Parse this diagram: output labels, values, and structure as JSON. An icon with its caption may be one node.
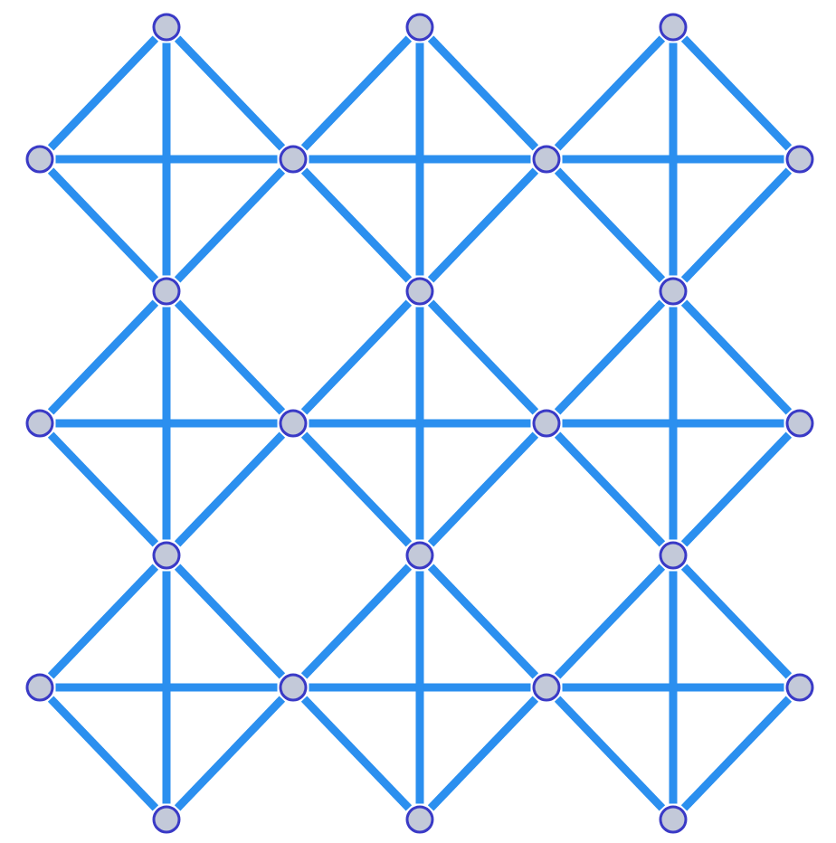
{
  "diagram": {
    "nodes": [
      {
        "text": [],
        "shape": "circle"
      },
      {
        "text": [],
        "shape": "circle"
      },
      {
        "text": [],
        "shape": "circle"
      },
      {
        "text": [],
        "shape": "circle"
      },
      {
        "text": [],
        "shape": "circle"
      },
      {
        "text": [],
        "shape": "circle"
      },
      {
        "text": [],
        "shape": "circle"
      },
      {
        "text": [],
        "shape": "circle"
      },
      {
        "text": [],
        "shape": "circle"
      },
      {
        "text": [],
        "shape": "circle"
      },
      {
        "text": [],
        "shape": "circle"
      },
      {
        "text": [],
        "shape": "circle"
      },
      {
        "text": [],
        "shape": "circle"
      },
      {
        "text": [],
        "shape": "circle"
      },
      {
        "text": [],
        "shape": "circle"
      },
      {
        "text": [],
        "shape": "circle"
      },
      {
        "text": [],
        "shape": "circle"
      },
      {
        "text": [],
        "shape": "circle"
      },
      {
        "text": [],
        "shape": "circle"
      },
      {
        "text": [],
        "shape": "circle"
      },
      {
        "text": [],
        "shape": "circle"
      },
      {
        "text": [],
        "shape": "circle"
      },
      {
        "text": [],
        "shape": "circle"
      },
      {
        "text": [],
        "shape": "circle"
      }
    ],
    "edges": [
      {
        "from": 0,
        "to": 3,
        "arrow": "none"
      },
      {
        "from": 0,
        "to": 4,
        "arrow": "none"
      },
      {
        "from": 1,
        "to": 4,
        "arrow": "none"
      },
      {
        "from": 1,
        "to": 5,
        "arrow": "none"
      },
      {
        "from": 2,
        "to": 5,
        "arrow": "none"
      },
      {
        "from": 2,
        "to": 6,
        "arrow": "none"
      },
      {
        "from": 3,
        "to": 7,
        "arrow": "none"
      },
      {
        "from": 4,
        "to": 7,
        "arrow": "none"
      },
      {
        "from": 4,
        "to": 8,
        "arrow": "none"
      },
      {
        "from": 5,
        "to": 8,
        "arrow": "none"
      },
      {
        "from": 5,
        "to": 9,
        "arrow": "none"
      },
      {
        "from": 6,
        "to": 9,
        "arrow": "none"
      },
      {
        "from": 7,
        "to": 10,
        "arrow": "none"
      },
      {
        "from": 7,
        "to": 11,
        "arrow": "none"
      },
      {
        "from": 8,
        "to": 11,
        "arrow": "none"
      },
      {
        "from": 8,
        "to": 12,
        "arrow": "none"
      },
      {
        "from": 9,
        "to": 12,
        "arrow": "none"
      },
      {
        "from": 9,
        "to": 13,
        "arrow": "none"
      },
      {
        "from": 10,
        "to": 14,
        "arrow": "none"
      },
      {
        "from": 11,
        "to": 14,
        "arrow": "none"
      },
      {
        "from": 11,
        "to": 15,
        "arrow": "none"
      },
      {
        "from": 12,
        "to": 15,
        "arrow": "none"
      },
      {
        "from": 12,
        "to": 16,
        "arrow": "none"
      },
      {
        "from": 13,
        "to": 16,
        "arrow": "none"
      },
      {
        "from": 14,
        "to": 17,
        "arrow": "none"
      },
      {
        "from": 14,
        "to": 18,
        "arrow": "none"
      },
      {
        "from": 15,
        "to": 18,
        "arrow": "none"
      },
      {
        "from": 15,
        "to": 19,
        "arrow": "none"
      },
      {
        "from": 16,
        "to": 19,
        "arrow": "none"
      },
      {
        "from": 16,
        "to": 20,
        "arrow": "none"
      },
      {
        "from": 17,
        "to": 21,
        "arrow": "none"
      },
      {
        "from": 18,
        "to": 21,
        "arrow": "none"
      },
      {
        "from": 18,
        "to": 22,
        "arrow": "none"
      },
      {
        "from": 19,
        "to": 22,
        "arrow": "none"
      },
      {
        "from": 19,
        "to": 23,
        "arrow": "none"
      },
      {
        "from": 20,
        "to": 23,
        "arrow": "none"
      },
      {
        "from": 3,
        "to": 4,
        "arrow": "none"
      },
      {
        "from": 4,
        "to": 5,
        "arrow": "none"
      },
      {
        "from": 5,
        "to": 6,
        "arrow": "none"
      },
      {
        "from": 10,
        "to": 11,
        "arrow": "none"
      },
      {
        "from": 11,
        "to": 12,
        "arrow": "none"
      },
      {
        "from": 12,
        "to": 13,
        "arrow": "none"
      },
      {
        "from": 17,
        "to": 18,
        "arrow": "none"
      },
      {
        "from": 18,
        "to": 19,
        "arrow": "none"
      },
      {
        "from": 19,
        "to": 20,
        "arrow": "none"
      },
      {
        "from": 0,
        "to": 7,
        "arrow": "none"
      },
      {
        "from": 7,
        "to": 14,
        "arrow": "none"
      },
      {
        "from": 14,
        "to": 21,
        "arrow": "none"
      },
      {
        "from": 1,
        "to": 8,
        "arrow": "none"
      },
      {
        "from": 8,
        "to": 15,
        "arrow": "none"
      },
      {
        "from": 15,
        "to": 22,
        "arrow": "none"
      },
      {
        "from": 2,
        "to": 9,
        "arrow": "none"
      },
      {
        "from": 9,
        "to": 16,
        "arrow": "none"
      },
      {
        "from": 16,
        "to": 23,
        "arrow": "none"
      }
    ]
  }
}
